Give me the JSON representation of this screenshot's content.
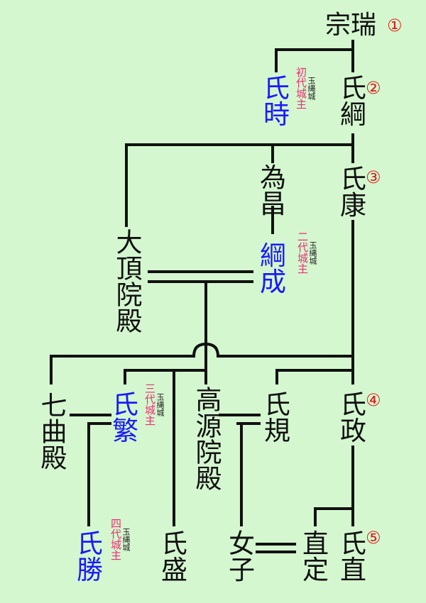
{
  "people": {
    "sozui": "宗瑞",
    "ujitsuna": "氏綱",
    "ujitoki": "氏時",
    "ujiyasu": "氏康",
    "tamemasa": "為昌",
    "tsunashige": "綱成",
    "ochoin": "大頂院殿",
    "ujimasa": "氏政",
    "ujinori": "氏規",
    "kogenin": "高源院殿",
    "ujishige": "氏繁",
    "shichikyoku": "七曲殿",
    "ujinao": "氏直",
    "naosada": "直定",
    "nyoshi": "女子",
    "ujimori": "氏盛",
    "ujikatsu": "氏勝"
  },
  "generations": {
    "g1": "①",
    "g2": "②",
    "g3": "③",
    "g4": "④",
    "g5": "⑤"
  },
  "captions": {
    "castle": "玉縄城",
    "first": "初代城主",
    "second": "二代城主",
    "third": "三代城主",
    "fourth": "四代城主"
  }
}
